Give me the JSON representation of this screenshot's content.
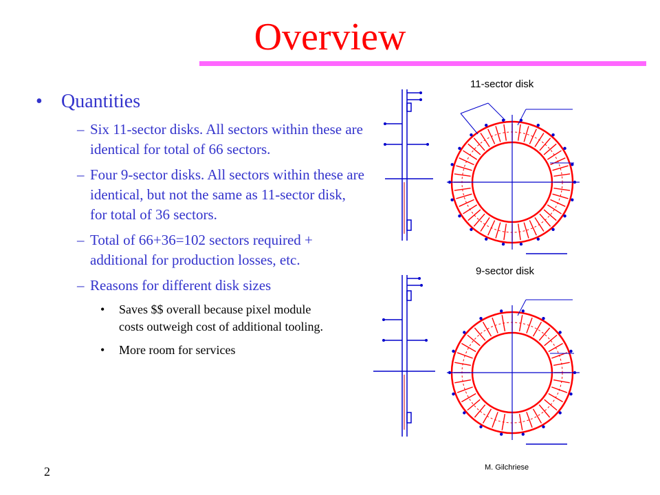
{
  "title": "Overview",
  "bullets": {
    "heading": "Quantities",
    "items": [
      "Six 11-sector disks. All sectors within these are identical for total of 66 sectors.",
      "Four 9-sector disks. All sectors within these are identical, but not the same as 11-sector disk, for total of 36 sectors.",
      "Total of 66+36=102 sectors required + additional for production losses, etc.",
      "Reasons for different disk sizes"
    ],
    "subitems": [
      "Saves $$ overall because pixel module costs outweigh cost of additional tooling.",
      "More room for services"
    ]
  },
  "figures": {
    "disk11": {
      "caption": "11-sector disk",
      "sectors": 11
    },
    "disk9": {
      "caption": "9-sector disk",
      "sectors": 9
    }
  },
  "colors": {
    "title": "#ff0000",
    "rule": "#ff66ff",
    "bullet_text": "#3333cc",
    "drawing_red": "#ff0000",
    "drawing_blue": "#0000cc"
  },
  "footer": {
    "page": "2",
    "author": "M. Gilchriese"
  }
}
